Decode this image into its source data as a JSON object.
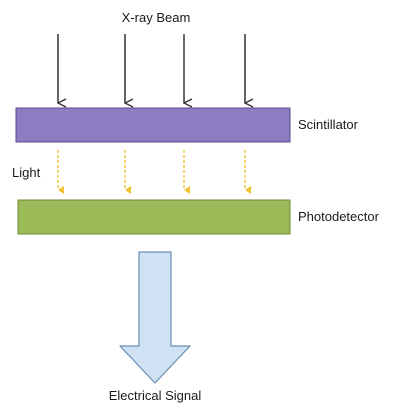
{
  "labels": {
    "beam": "X-ray Beam",
    "scintillator": "Scintillator",
    "light": "Light",
    "photodetector": "Photodetector",
    "signal": "Electrical Signal"
  },
  "colors": {
    "scintillator_fill": "#8e7cc3",
    "scintillator_stroke": "#5b4a8a",
    "photodetector_fill": "#9bbb59",
    "photodetector_stroke": "#6f8a3a",
    "signal_arrow_fill": "#cfe2f3",
    "signal_arrow_stroke": "#6a8fb5",
    "xray_arrow": "#333333",
    "light_arrow": "#f1c232"
  }
}
